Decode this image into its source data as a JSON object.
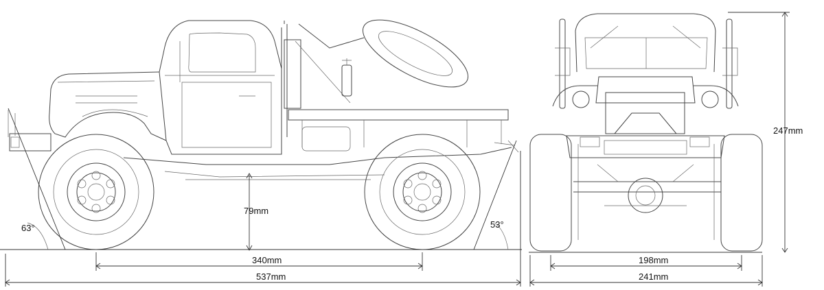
{
  "dimensions": {
    "approach_angle": "63°",
    "departure_angle": "53°",
    "ground_clearance": "79mm",
    "wheelbase": "340mm",
    "overall_length": "537mm",
    "overall_height": "247mm",
    "track_width": "198mm",
    "overall_width": "241mm"
  }
}
